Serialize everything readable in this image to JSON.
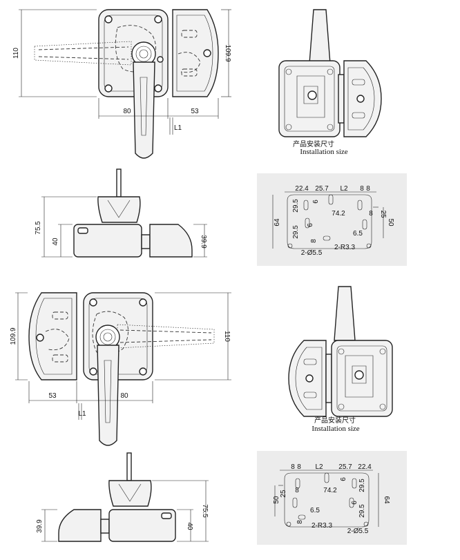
{
  "dimensions": {
    "d110": "110",
    "d109_9": "109.9",
    "d80": "80",
    "d53": "53",
    "l1": "L1",
    "d75_5": "75.5",
    "d40": "40",
    "d39_9": "39.9"
  },
  "install": {
    "caption_cn": "产品安装尺寸",
    "caption_en": "Installation size"
  },
  "cutout": {
    "d22_4": "22.4",
    "d25_7": "25.7",
    "l2": "L2",
    "d8a": "8",
    "d8b": "8",
    "d29_5a": "29.5",
    "d6a": "6",
    "d74_2": "74.2",
    "d8c": "8",
    "d25": "25",
    "d64": "64",
    "d50": "50",
    "d6b": "6",
    "d29_5b": "29.5",
    "d6_5": "6.5",
    "d8d": "8",
    "r3_3": "2-R3.3",
    "d5_5": "2-Ø5.5"
  }
}
